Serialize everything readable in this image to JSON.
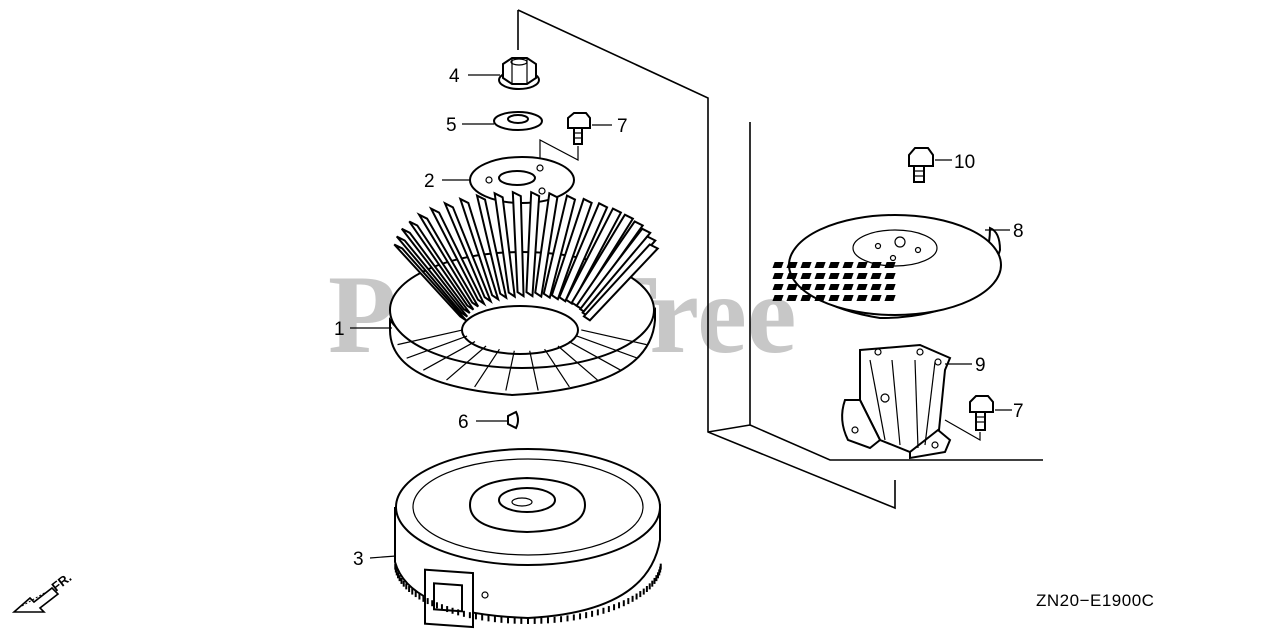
{
  "diagram": {
    "callouts": [
      {
        "id": "4",
        "label": "4"
      },
      {
        "id": "5",
        "label": "5"
      },
      {
        "id": "7a",
        "label": "7"
      },
      {
        "id": "2",
        "label": "2"
      },
      {
        "id": "1",
        "label": "1"
      },
      {
        "id": "6",
        "label": "6"
      },
      {
        "id": "3",
        "label": "3"
      },
      {
        "id": "10",
        "label": "10"
      },
      {
        "id": "8",
        "label": "8"
      },
      {
        "id": "9",
        "label": "9"
      },
      {
        "id": "7b",
        "label": "7"
      }
    ],
    "diagram_code": "ZN20−E1900C",
    "direction_label": "FR.",
    "watermark": "PartsTree"
  }
}
